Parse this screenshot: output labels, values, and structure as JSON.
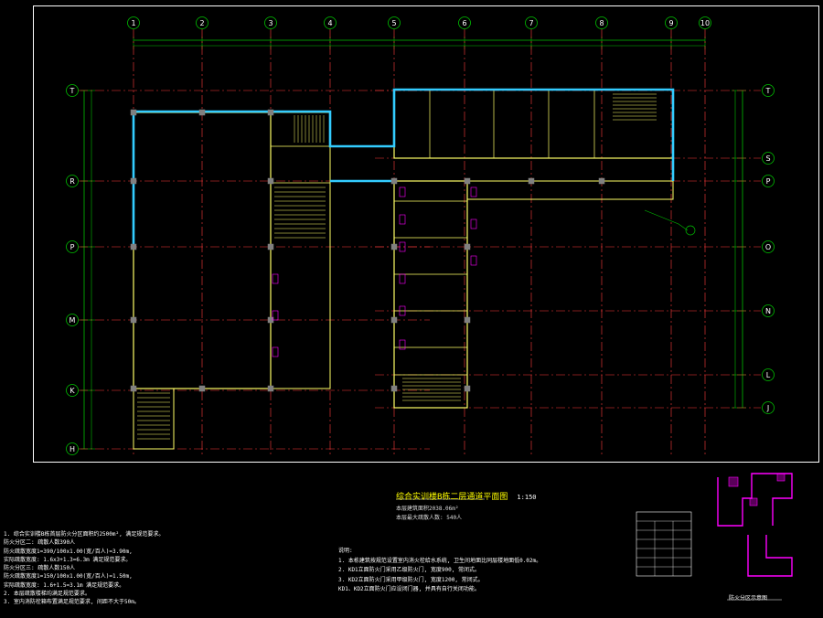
{
  "drawing": {
    "title": "综合实训楼B栋二层通道平面图",
    "scale": "1:150",
    "area_line": "本层建筑面积2038.06m²",
    "occupancy_line": "本层最大疏散人数: 540人",
    "colors": {
      "background": "#000000",
      "frame": "#ffffff",
      "axis": "#ff3b3b",
      "dimension": "#00c000",
      "wall": "#ffff66",
      "boundary": "#33ccff",
      "text": "#ffffff",
      "accent": "#ff00ff"
    }
  },
  "axes": {
    "top": [
      "1",
      "2",
      "3",
      "4",
      "5",
      "6",
      "7",
      "8",
      "9",
      "10"
    ],
    "left": [
      "T",
      "R",
      "P",
      "M",
      "K",
      "H"
    ],
    "right": [
      "T",
      "S",
      "P",
      "O",
      "N",
      "L",
      "J"
    ]
  },
  "notes_left": [
    "1. 综合实训楼B栋首层防火分区面积约2500m², 满足规范要求。",
    "防火分区二: 疏散人数390人",
    "防火疏散宽度1=390/100x1.00(宽/百人)=3.90m,",
    "实际疏散宽度: 1.6x3+1.3=6.3m 满足规范要求。",
    "防火分区三: 疏散人数150人",
    "防火疏散宽度1=150/100x1.00(宽/百人)=1.50m,",
    "实际疏散宽度: 1.6+1.5=3.1m 满足规范要求。",
    "2. 本层疏散楼梯均满足规范要求。",
    "3. 室内消防栓箱布置满足规范要求, 间距不大于50m。"
  ],
  "notes_right_title": "说明:",
  "notes_right": [
    "1. 本栋建筑按规范设置室内消火栓给水系统, 卫生间地面比同层楼地面低0.02m。",
    "2. KD1立面防火门采用乙级防火门, 宽度900, 常闭式。",
    "3. KD2立面防火门采用甲级防火门, 宽度1200, 常闭式。",
    "KD1、KD2立面防火门应设闭门器, 并具有自行关闭功能。"
  ],
  "legend_title": "防火分区示意图"
}
